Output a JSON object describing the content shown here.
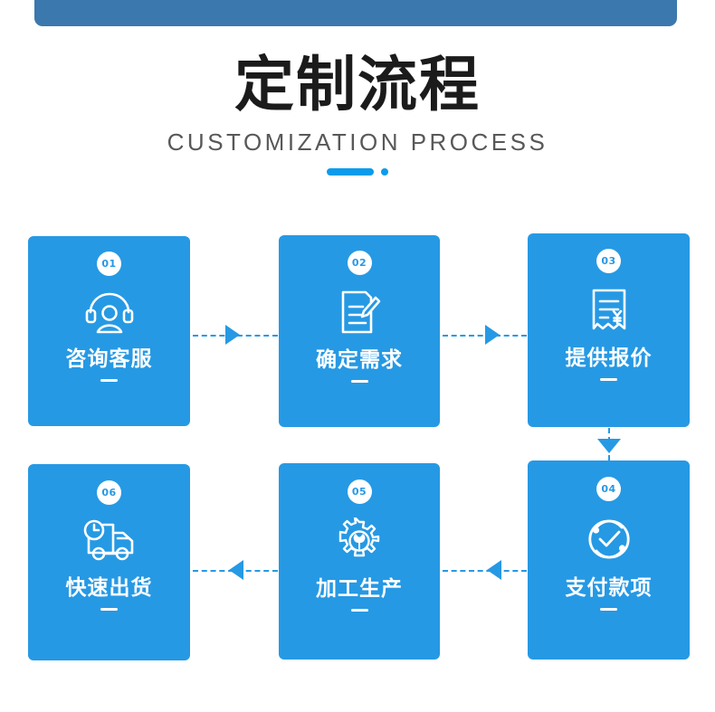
{
  "header": {
    "title": "定制流程",
    "subtitle": "CUSTOMIZATION PROCESS",
    "bar_color": "#3b78ad",
    "accent_color": "#0c9bec"
  },
  "theme": {
    "card_color": "#2699e4",
    "card_text_color": "#ffffff",
    "title_color": "#1b1b1b",
    "subtitle_color": "#58585a",
    "connector_color": "#2699e4"
  },
  "steps": [
    {
      "number": "01",
      "label": "咨询客服",
      "icon": "headset-support-icon"
    },
    {
      "number": "02",
      "label": "确定需求",
      "icon": "document-pencil-icon"
    },
    {
      "number": "03",
      "label": "提供报价",
      "icon": "invoice-yen-icon"
    },
    {
      "number": "04",
      "label": "支付款项",
      "icon": "check-circle-icon"
    },
    {
      "number": "05",
      "label": "加工生产",
      "icon": "gear-wrench-icon"
    },
    {
      "number": "06",
      "label": "快速出货",
      "icon": "truck-clock-icon"
    }
  ],
  "connectors": [
    {
      "name": "step1-to-step2",
      "direction": "right"
    },
    {
      "name": "step2-to-step3",
      "direction": "right"
    },
    {
      "name": "step3-to-step4",
      "direction": "down"
    },
    {
      "name": "step4-to-step5",
      "direction": "left"
    },
    {
      "name": "step5-to-step6",
      "direction": "left"
    }
  ]
}
